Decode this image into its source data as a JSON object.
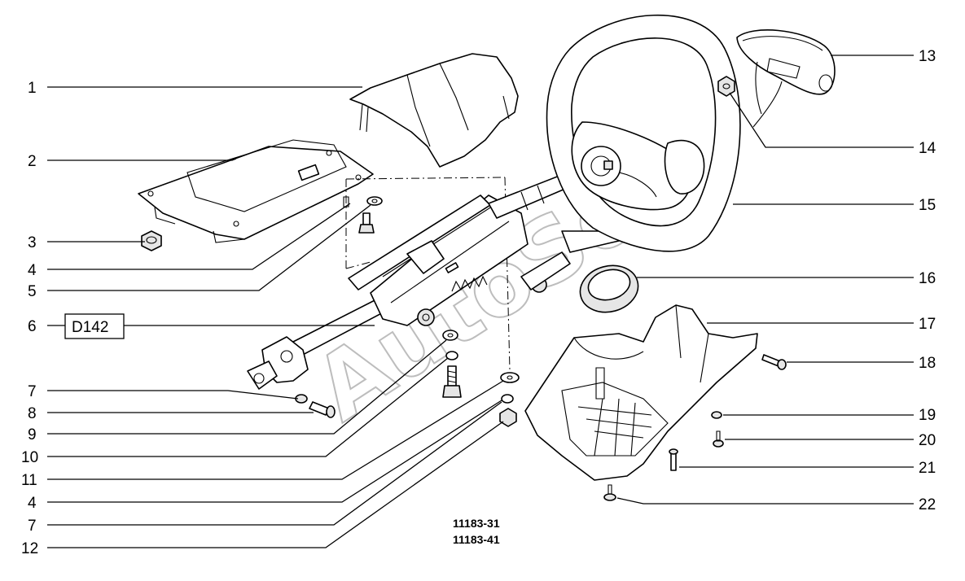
{
  "callouts_left": [
    "1",
    "2",
    "3",
    "4",
    "5",
    "6",
    "7",
    "8",
    "9",
    "10",
    "11",
    "4",
    "7",
    "12"
  ],
  "callouts_right": [
    "13",
    "14",
    "15",
    "16",
    "17",
    "18",
    "19",
    "20",
    "21",
    "22"
  ],
  "reference_box": "D142",
  "drawing_codes": [
    "11183-31",
    "11183-41"
  ],
  "watermark": "AutoSoft"
}
